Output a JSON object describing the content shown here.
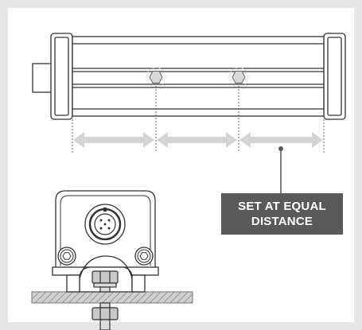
{
  "callout": {
    "line1": "SET AT EQUAL",
    "line2": "DISTANCE"
  },
  "colors": {
    "frame_border": "#e6e6e6",
    "outline": "#333333",
    "arrow_fill": "#d4d4d4",
    "callout_bg": "#5a5a5a",
    "callout_text": "#ffffff",
    "surface_hatch": "#a8a8a8",
    "bolt_fill": "#c8c8c8"
  },
  "icons": {
    "light_bar": "linear-light-bar-diagram",
    "mount_bracket": "mounting-bracket-diagram"
  }
}
